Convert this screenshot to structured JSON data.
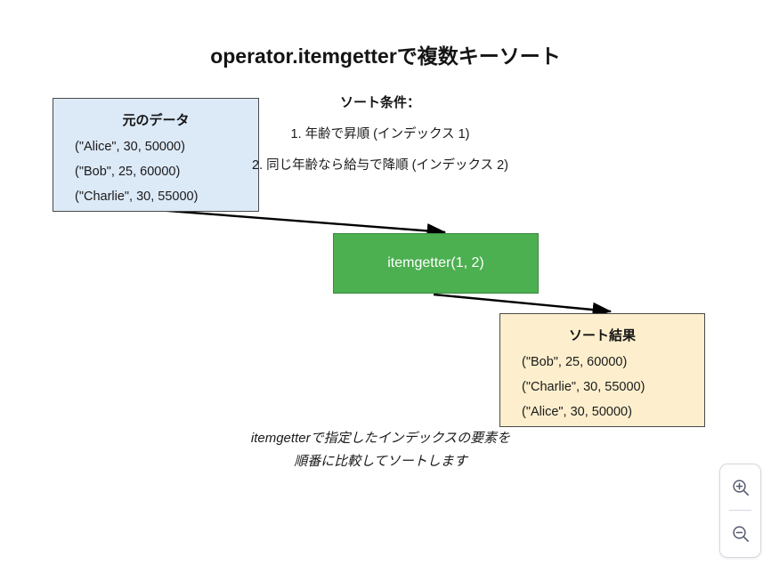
{
  "page": {
    "title": "operator.itemgetterで複数キーソート",
    "background_color": "#ffffff"
  },
  "source_box": {
    "name": "元のデータ",
    "fill_color": "#dce9f7",
    "border_color": "#4a4a4a",
    "items": [
      "(\"Alice\", 30, 50000)",
      "(\"Bob\", 25, 60000)",
      "(\"Charlie\", 30, 55000)"
    ]
  },
  "sort_conditions": {
    "title": "ソート条件：",
    "lines": [
      "1. 年齢で昇順 (インデックス 1)",
      "2. 同じ年齢なら給与で降順 (インデックス 2)"
    ]
  },
  "process_box": {
    "label": "itemgetter(1, 2)",
    "fill_color": "#4caf50",
    "border_color": "#3d8b40",
    "text_color": "#ffffff"
  },
  "result_box": {
    "name": "ソート結果",
    "fill_color": "#fdefcd",
    "border_color": "#4a4a4a",
    "items": [
      "(\"Bob\", 25, 60000)",
      "(\"Charlie\", 30, 55000)",
      "(\"Alice\", 30, 50000)"
    ]
  },
  "caption": {
    "line1": "itemgetterで指定したインデックスの要素を",
    "line2": "順番に比較してソートします"
  },
  "zoom_controls": {
    "zoom_in_icon": "magnifier-plus-icon",
    "zoom_out_icon": "magnifier-minus-icon",
    "icon_color": "#555a6e"
  },
  "connectors": [
    {
      "from": "source_box",
      "to": "process_box"
    },
    {
      "from": "process_box",
      "to": "result_box"
    }
  ]
}
